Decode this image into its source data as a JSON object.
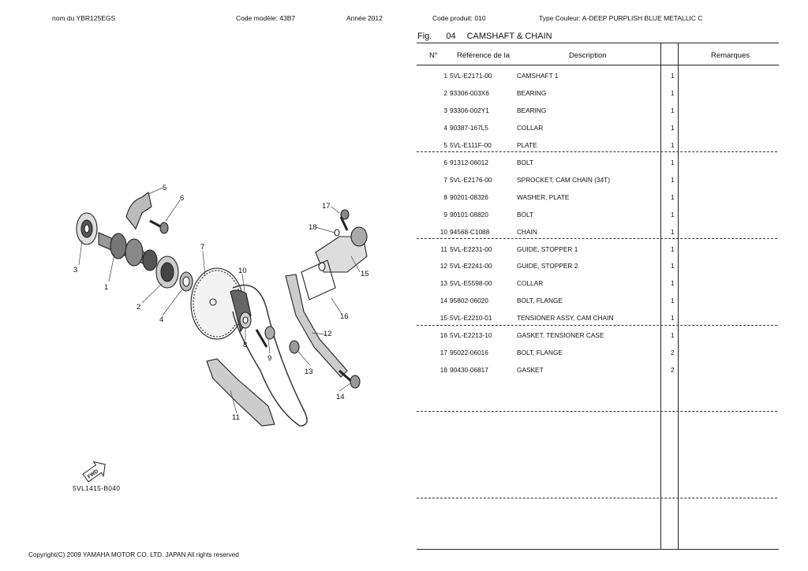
{
  "header": {
    "nom_du": "nom du  YBR125EGS",
    "code_modele": "Code modèle:  43B7",
    "annee": "Année  2012",
    "code_produit": "Code produit:  010",
    "type_couleur": "Type Couleur:  A-DEEP PURPLISH BLUE METALLIC C"
  },
  "figure": {
    "label": "Fig.",
    "number": "04",
    "title": "CAMSHAFT & CHAIN"
  },
  "columns": {
    "no": "N°",
    "ref": "Référence de la",
    "desc": "Description",
    "remarks": "Remarques"
  },
  "parts": [
    {
      "no": "1",
      "ref": "5VL-E2171-00",
      "desc": "CAMSHAFT 1",
      "qty": "1"
    },
    {
      "no": "2",
      "ref": "93306-003X6",
      "desc": "BEARING",
      "qty": "1"
    },
    {
      "no": "3",
      "ref": "93306-002Y1",
      "desc": "BEARING",
      "qty": "1"
    },
    {
      "no": "4",
      "ref": "90387-167L5",
      "desc": "COLLAR",
      "qty": "1"
    },
    {
      "no": "5",
      "ref": "5VL-E111F-00",
      "desc": "PLATE",
      "qty": "1"
    },
    {
      "no": "6",
      "ref": "91312-06012",
      "desc": "BOLT",
      "qty": "1"
    },
    {
      "no": "7",
      "ref": "5VL-E2176-00",
      "desc": "SPROCKET, CAM CHAIN (34T)",
      "qty": "1"
    },
    {
      "no": "8",
      "ref": "90201-08326",
      "desc": "WASHER, PLATE",
      "qty": "1"
    },
    {
      "no": "9",
      "ref": "90101-08820",
      "desc": "BOLT",
      "qty": "1"
    },
    {
      "no": "10",
      "ref": "94568-C1088",
      "desc": "CHAIN",
      "qty": "1"
    },
    {
      "no": "11",
      "ref": "5VL-E2231-00",
      "desc": "GUIDE, STOPPER 1",
      "qty": "1"
    },
    {
      "no": "12",
      "ref": "5VL-E2241-00",
      "desc": "GUIDE, STOPPER 2",
      "qty": "1"
    },
    {
      "no": "13",
      "ref": "5VL-E5598-00",
      "desc": "COLLAR",
      "qty": "1"
    },
    {
      "no": "14",
      "ref": "95802-06020",
      "desc": "BOLT, FLANGE",
      "qty": "1"
    },
    {
      "no": "15",
      "ref": "5VL-E2210-01",
      "desc": "TENSIONER ASSY, CAM CHAIN",
      "qty": "1"
    },
    {
      "no": "16",
      "ref": "5VL-E2213-10",
      "desc": "GASKET, TENSIONER CASE",
      "qty": "1"
    },
    {
      "no": "17",
      "ref": "95022-06016",
      "desc": "BOLT, FLANGE",
      "qty": "2"
    },
    {
      "no": "18",
      "ref": "90430-06817",
      "desc": "GASKET",
      "qty": "2"
    }
  ],
  "diagram": {
    "callouts": [
      "1",
      "2",
      "3",
      "4",
      "5",
      "6",
      "7",
      "8",
      "9",
      "10",
      "11",
      "12",
      "13",
      "14",
      "15",
      "16",
      "17",
      "18"
    ],
    "fwd_label": "FWD",
    "reference_code": "5VL1415-B040"
  },
  "footer": {
    "copyright": "Copyright(C) 2009 YAMAHA MOTOR CO. LTD. JAPAN All rights reserved"
  }
}
